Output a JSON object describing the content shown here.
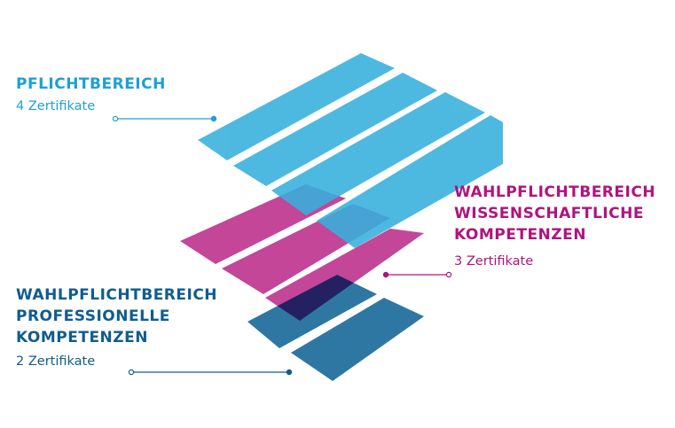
{
  "pflicht": {
    "title": "PFLICHTBEREICH",
    "count": "4 Zertifikate",
    "color": "#35b0dc"
  },
  "wissenschaft": {
    "title_lines": [
      "WAHLPFLICHTBEREICH",
      "WISSENSCHAFTLICHE",
      "KOMPETENZEN"
    ],
    "count": "3 Zertifikate",
    "color": "#c03c94"
  },
  "professionell": {
    "title_lines": [
      "WAHLPFLICHTBEREICH",
      "PROFESSIONELLE",
      "KOMPETENZEN"
    ],
    "count": "2 Zertifikate",
    "color": "#2e77a3"
  }
}
